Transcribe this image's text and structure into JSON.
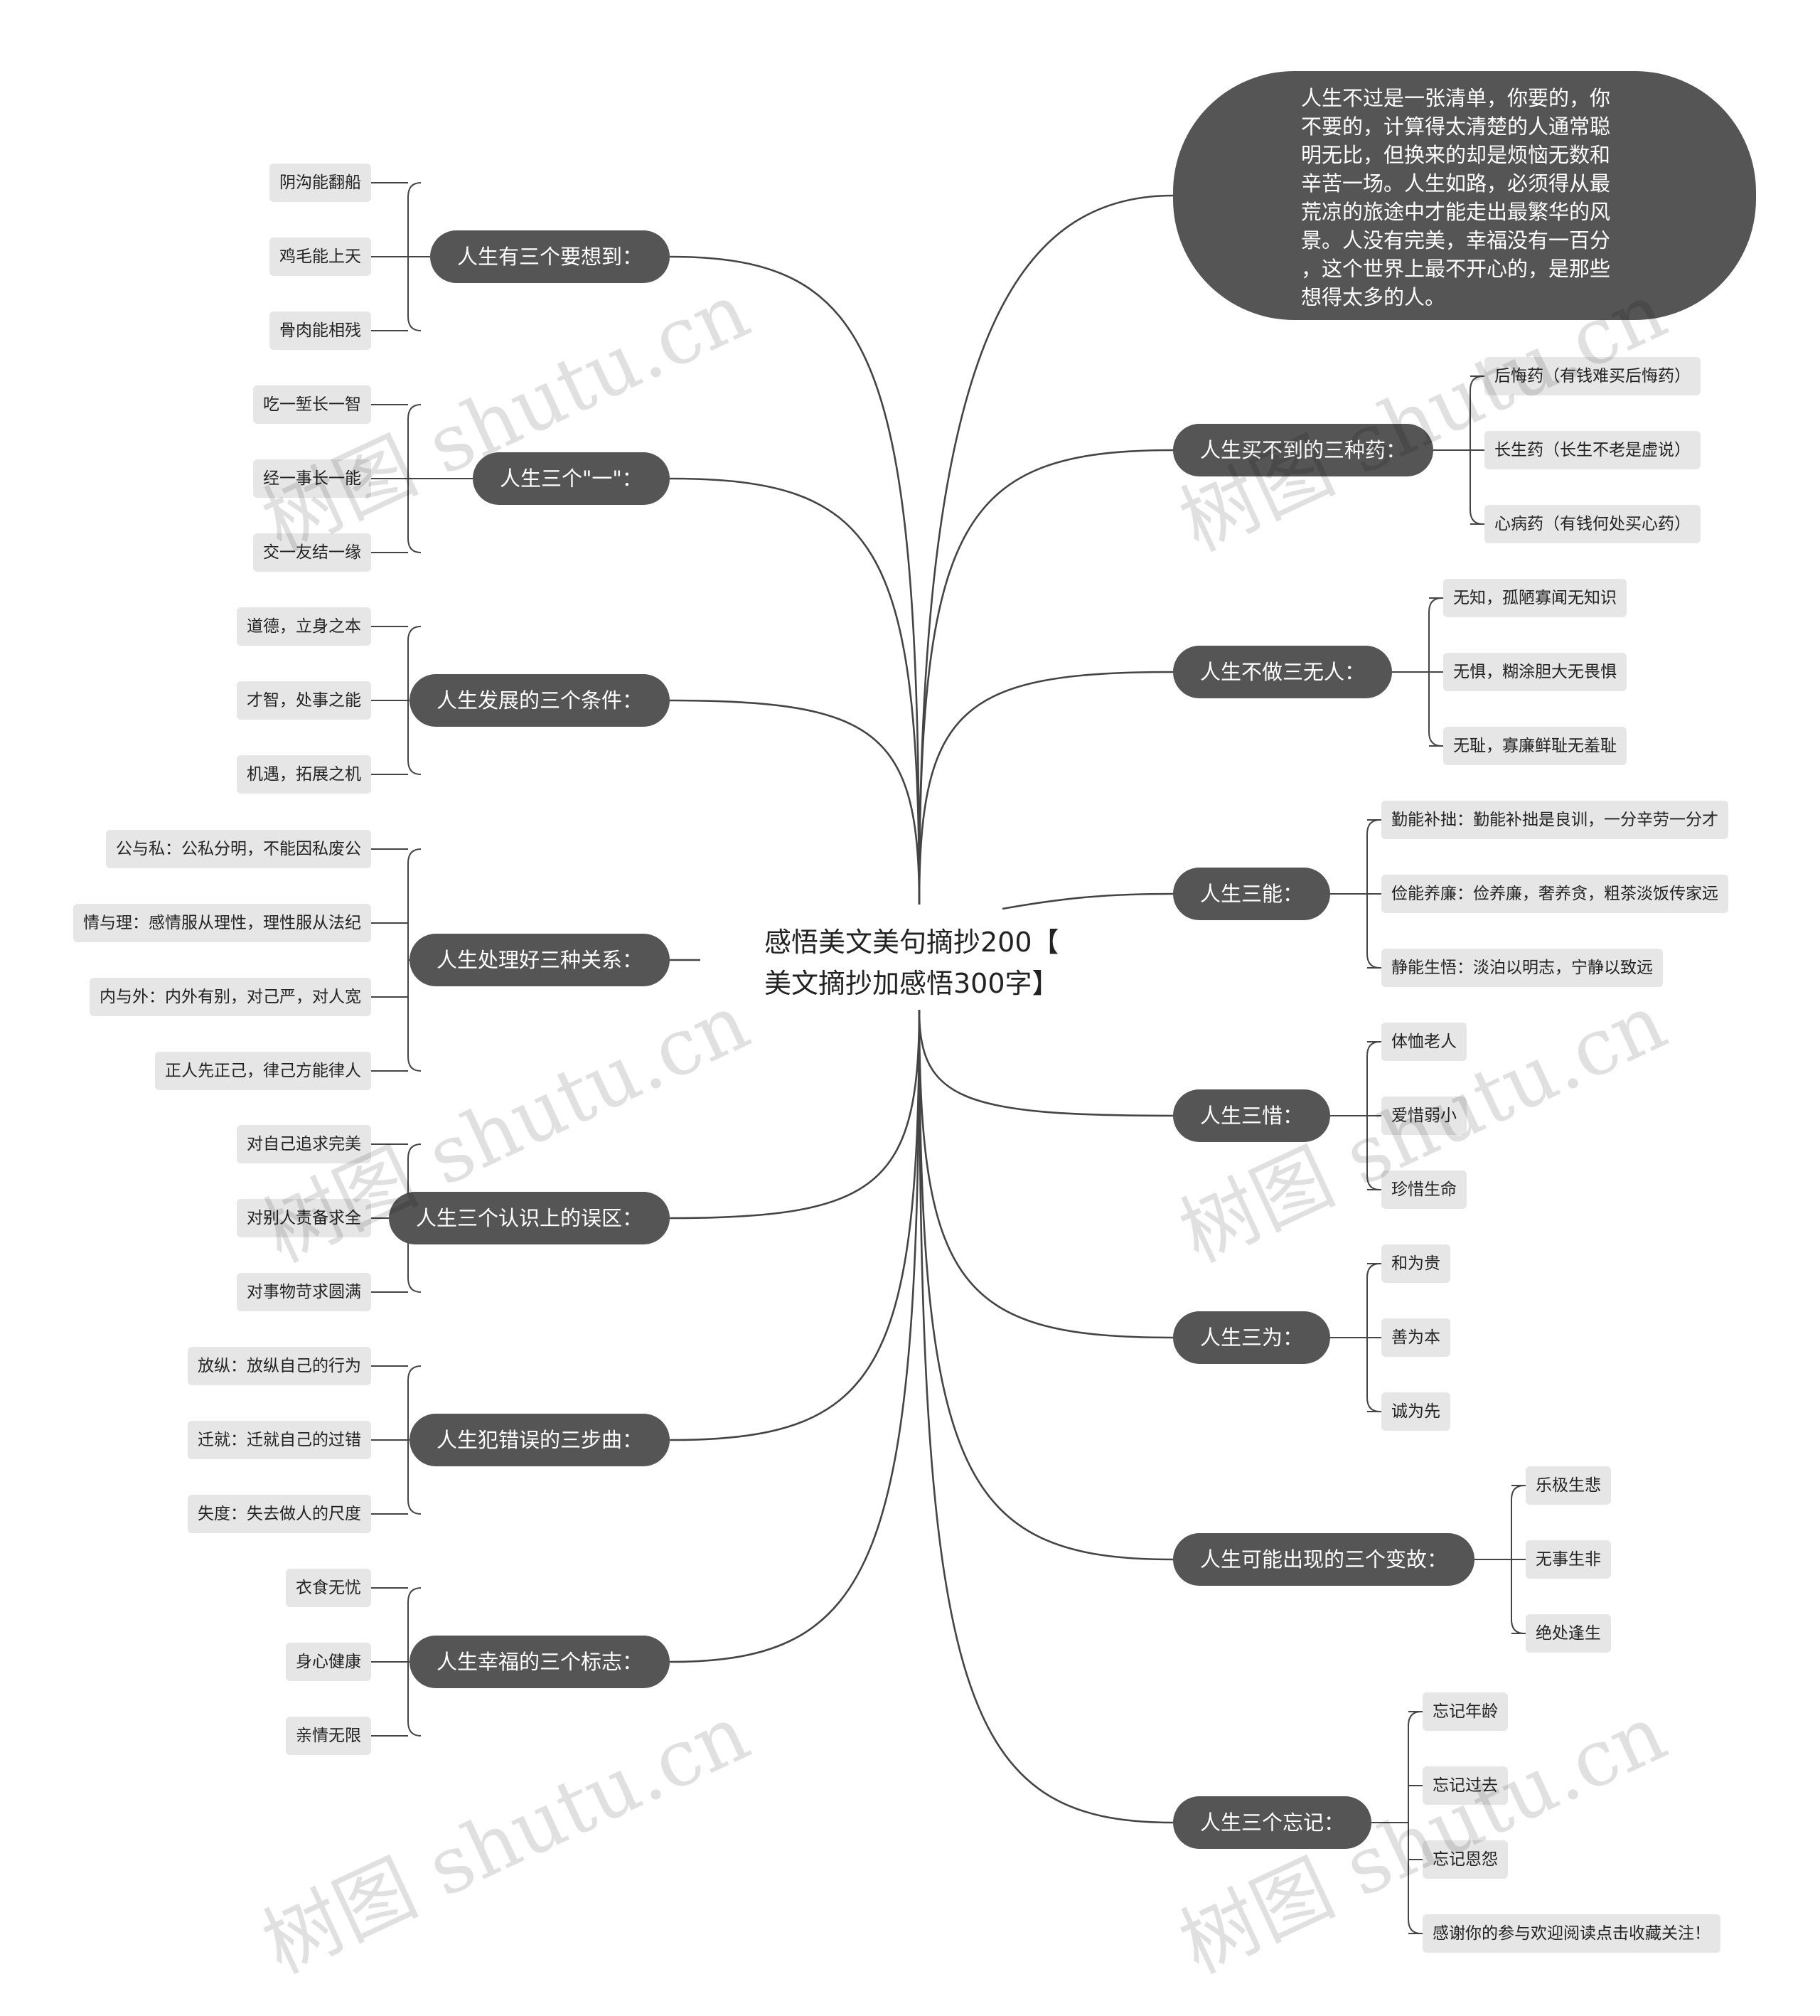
{
  "root": {
    "line1": "感悟美文美句摘抄200【",
    "line2": "美文摘抄加感悟300字】"
  },
  "left": [
    {
      "label": "人生有三个要想到：",
      "children": [
        "阴沟能翻船",
        "鸡毛能上天",
        "骨肉能相残"
      ]
    },
    {
      "label": "人生三个\"一\"：",
      "children": [
        "吃一堑长一智",
        "经一事长一能",
        "交一友结一缘"
      ]
    },
    {
      "label": "人生发展的三个条件：",
      "children": [
        "道德，立身之本",
        "才智，处事之能",
        "机遇，拓展之机"
      ]
    },
    {
      "label": "人生处理好三种关系：",
      "children": [
        "公与私：公私分明，不能因私废公",
        "情与理：感情服从理性，理性服从法纪",
        "内与外：内外有别，对己严，对人宽",
        "正人先正己，律己方能律人"
      ]
    },
    {
      "label": "人生三个认识上的误区：",
      "children": [
        "对自己追求完美",
        "对别人责备求全",
        "对事物苛求圆满"
      ]
    },
    {
      "label": "人生犯错误的三步曲：",
      "children": [
        "放纵：放纵自己的行为",
        "迁就：迁就自己的过错",
        "失度：失去做人的尺度"
      ]
    },
    {
      "label": "人生幸福的三个标志：",
      "children": [
        "衣食无忧",
        "身心健康",
        "亲情无限"
      ]
    }
  ],
  "right": [
    {
      "label": "人生买不到的三种药：",
      "children": [
        "后悔药（有钱难买后悔药）",
        "长生药（长生不老是虚说）",
        "心病药（有钱何处买心药）"
      ]
    },
    {
      "label": "人生不做三无人：",
      "children": [
        "无知，孤陋寡闻无知识",
        "无惧，糊涂胆大无畏惧",
        "无耻，寡廉鲜耻无羞耻"
      ]
    },
    {
      "label": "人生三能：",
      "children": [
        "勤能补拙：勤能补拙是良训，一分辛劳一分才",
        "俭能养廉：俭养廉，奢养贪，粗茶淡饭传家远",
        "静能生悟：淡泊以明志，宁静以致远"
      ]
    },
    {
      "label": "人生三惜：",
      "children": [
        "体恤老人",
        "爱惜弱小",
        "珍惜生命"
      ]
    },
    {
      "label": "人生三为：",
      "children": [
        "和为贵",
        "善为本",
        "诚为先"
      ]
    },
    {
      "label": "人生可能出现的三个变故：",
      "children": [
        "乐极生悲",
        "无事生非",
        "绝处逢生"
      ]
    },
    {
      "label": "人生三个忘记：",
      "children": [
        "忘记年龄",
        "忘记过去",
        "忘记恩怨",
        "感谢你的参与欢迎阅读点击收藏关注！"
      ]
    }
  ],
  "bubble": {
    "lines": [
      "人生不过是一张清单，你要的，你",
      "不要的，计算得太清楚的人通常聪",
      "明无比，但换来的却是烦恼无数和",
      "辛苦一场。人生如路，必须得从最",
      "荒凉的旅途中才能走出最繁华的风",
      "景。人没有完美，幸福没有一百分",
      "，这个世界上最不开心的，是那些",
      "想得太多的人。"
    ]
  },
  "watermark": "树图 shutu.cn",
  "colors": {
    "branch": "#555555",
    "leaf": "#e6e6e6",
    "line": "#444444"
  }
}
